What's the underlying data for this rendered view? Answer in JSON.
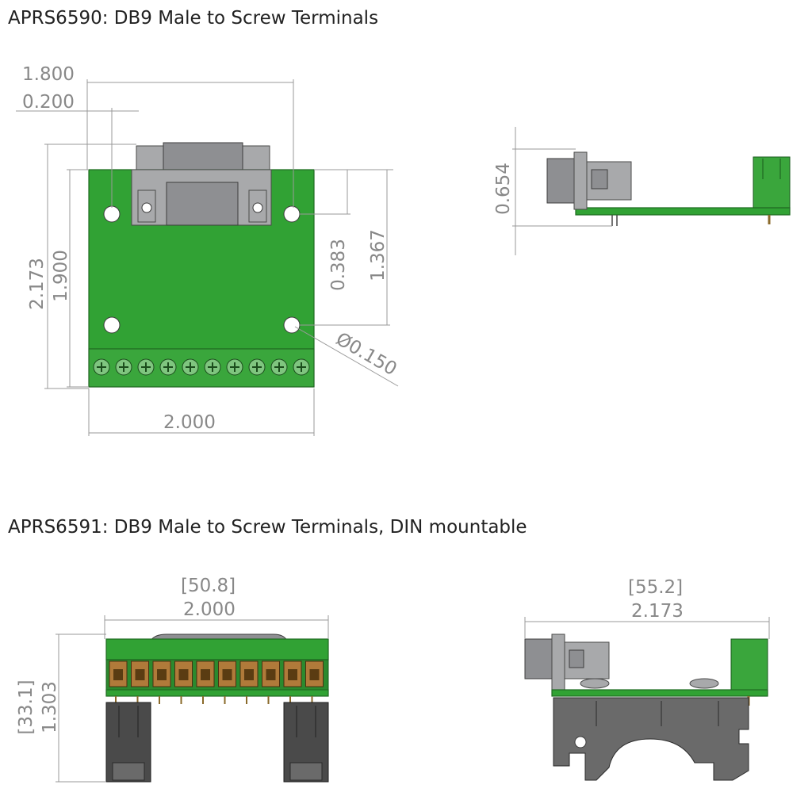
{
  "titles": {
    "top": "APRS6590: DB9 Male to Screw Terminals",
    "bottom": "APRS6591: DB9 Male to Screw Terminals, DIN mountable"
  },
  "dims": {
    "d1800": "1.800",
    "d0200": "0.200",
    "d2173v": "2.173",
    "d1900": "1.900",
    "d0383": "0.383",
    "d1367": "1.367",
    "d0150": "Ø0.150",
    "d2000": "2.000",
    "d0654": "0.654",
    "mm508": "[50.8]",
    "b2000": "2.000",
    "mm552": "[55.2]",
    "b2173": "2.173",
    "mm331": "[33.1]",
    "b1303": "1.303"
  },
  "colors": {
    "pcb": "#31a234",
    "connector": "#a8a9ab",
    "dimension": "#888888",
    "terminal_block": "#b07a3a",
    "din_clip": "#4a4a4a"
  }
}
